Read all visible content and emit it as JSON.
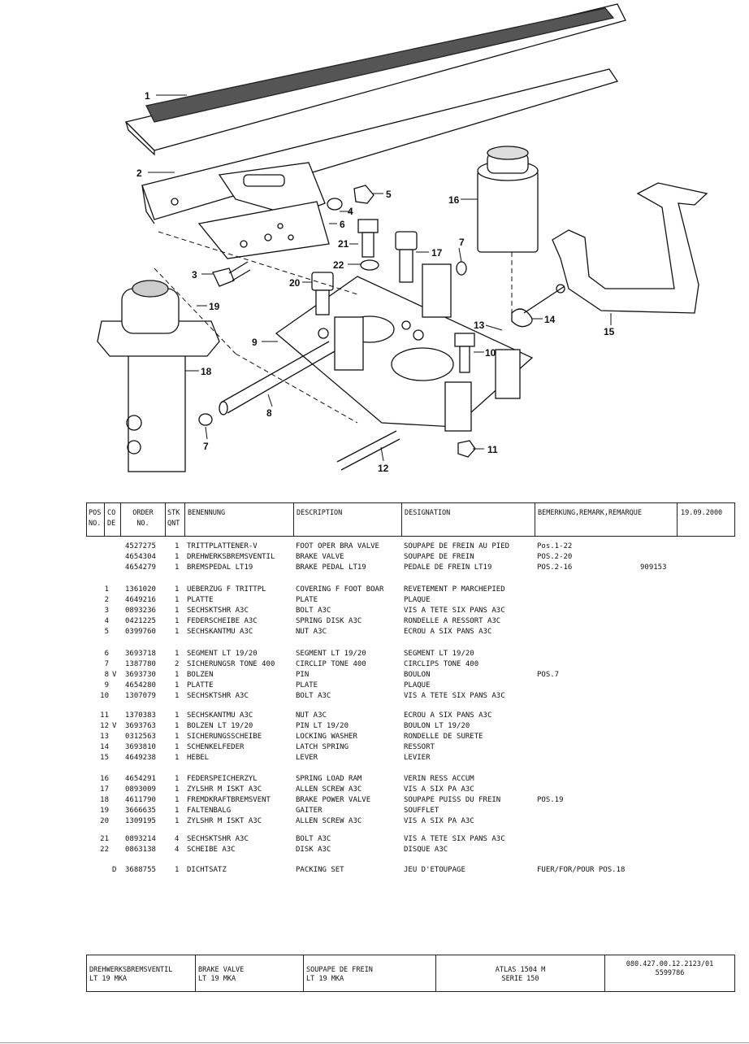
{
  "callouts": [
    "1",
    "2",
    "3",
    "4",
    "5",
    "6",
    "7",
    "8",
    "9",
    "10",
    "11",
    "12",
    "13",
    "14",
    "15",
    "16",
    "17",
    "18",
    "19",
    "20",
    "21",
    "22",
    "7",
    "7"
  ],
  "header": {
    "pos": "POS",
    "pos_no": "NO.",
    "co": "CO",
    "co_de": "DE",
    "order": "ORDER",
    "order_no": "NO.",
    "stk": "STK",
    "qnt": "QNT",
    "benennung": "BENENNUNG",
    "description": "DESCRIPTION",
    "designation": "DESIGNATION",
    "remark": "BEMERKUNG,REMARK,REMARQUE",
    "date": "19.09.2000"
  },
  "rows": [
    {
      "pos": "",
      "co": "",
      "order": "4527275",
      "qty": "1",
      "ben": "TRITTPLATTENER-V",
      "desc": "FOOT OPER BRA VALVE",
      "des": "SOUPAPE DE FREIN AU PIED",
      "rem": "Pos.1-22",
      "ref": ""
    },
    {
      "pos": "",
      "co": "",
      "order": "4654304",
      "qty": "1",
      "ben": "DREHWERKSBREMSVENTIL",
      "desc": "BRAKE VALVE",
      "des": "SOUPAPE DE FREIN",
      "rem": "POS.2-20",
      "ref": ""
    },
    {
      "pos": "",
      "co": "",
      "order": "4654279",
      "qty": "1",
      "ben": "BREMSPEDAL LT19",
      "desc": "BRAKE PEDAL LT19",
      "des": "PEDALE DE FREIN LT19",
      "rem": "POS.2-16",
      "ref": "909153"
    },
    {
      "pos": "1",
      "co": "",
      "order": "1361020",
      "qty": "1",
      "ben": "UEBERZUG F TRITTPL",
      "desc": "COVERING F FOOT BOAR",
      "des": "REVETEMENT P MARCHEPIED",
      "rem": "",
      "ref": ""
    },
    {
      "pos": "2",
      "co": "",
      "order": "4649216",
      "qty": "1",
      "ben": "PLATTE",
      "desc": "PLATE",
      "des": "PLAQUE",
      "rem": "",
      "ref": ""
    },
    {
      "pos": "3",
      "co": "",
      "order": "0893236",
      "qty": "1",
      "ben": "SECHSKTSHR A3C",
      "desc": "BOLT A3C",
      "des": "VIS A TETE SIX PANS A3C",
      "rem": "",
      "ref": ""
    },
    {
      "pos": "4",
      "co": "",
      "order": "0421225",
      "qty": "1",
      "ben": "FEDERSCHEIBE A3C",
      "desc": "SPRING DISK A3C",
      "des": "RONDELLE A RESSORT A3C",
      "rem": "",
      "ref": ""
    },
    {
      "pos": "5",
      "co": "",
      "order": "0399760",
      "qty": "1",
      "ben": "SECHSKANTMU A3C",
      "desc": "NUT A3C",
      "des": "ECROU A SIX PANS A3C",
      "rem": "",
      "ref": ""
    },
    {
      "pos": "6",
      "co": "",
      "order": "3693718",
      "qty": "1",
      "ben": "SEGMENT LT 19/20",
      "desc": "SEGMENT LT 19/20",
      "des": "SEGMENT LT 19/20",
      "rem": "",
      "ref": ""
    },
    {
      "pos": "7",
      "co": "",
      "order": "1387780",
      "qty": "2",
      "ben": "SICHERUNGSR TONE 400",
      "desc": "CIRCLIP TONE 400",
      "des": "CIRCLIPS TONE 400",
      "rem": "",
      "ref": ""
    },
    {
      "pos": "8",
      "co": "V",
      "order": "3693730",
      "qty": "1",
      "ben": "BOLZEN",
      "desc": "PIN",
      "des": "BOULON",
      "rem": "POS.7",
      "ref": ""
    },
    {
      "pos": "9",
      "co": "",
      "order": "4654280",
      "qty": "1",
      "ben": "PLATTE",
      "desc": "PLATE",
      "des": "PLAQUE",
      "rem": "",
      "ref": ""
    },
    {
      "pos": "10",
      "co": "",
      "order": "1307079",
      "qty": "1",
      "ben": "SECHSKTSHR A3C",
      "desc": "BOLT A3C",
      "des": "VIS A TETE SIX PANS A3C",
      "rem": "",
      "ref": ""
    },
    {
      "pos": "11",
      "co": "",
      "order": "1370383",
      "qty": "1",
      "ben": "SECHSKANTMU A3C",
      "desc": "NUT A3C",
      "des": "ECROU A SIX PANS A3C",
      "rem": "",
      "ref": ""
    },
    {
      "pos": "12",
      "co": "V",
      "order": "3693763",
      "qty": "1",
      "ben": "BOLZEN LT 19/20",
      "desc": "PIN LT 19/20",
      "des": "BOULON LT 19/20",
      "rem": "",
      "ref": ""
    },
    {
      "pos": "13",
      "co": "",
      "order": "0312563",
      "qty": "1",
      "ben": "SICHERUNGSSCHEIBE",
      "desc": "LOCKING WASHER",
      "des": "RONDELLE DE SURETE",
      "rem": "",
      "ref": ""
    },
    {
      "pos": "14",
      "co": "",
      "order": "3693810",
      "qty": "1",
      "ben": "SCHENKELFEDER",
      "desc": "LATCH SPRING",
      "des": "RESSORT",
      "rem": "",
      "ref": ""
    },
    {
      "pos": "15",
      "co": "",
      "order": "4649238",
      "qty": "1",
      "ben": "HEBEL",
      "desc": "LEVER",
      "des": "LEVIER",
      "rem": "",
      "ref": ""
    },
    {
      "pos": "16",
      "co": "",
      "order": "4654291",
      "qty": "1",
      "ben": "FEDERSPEICHERZYL",
      "desc": "SPRING LOAD RAM",
      "des": "VERIN RESS ACCUM",
      "rem": "",
      "ref": ""
    },
    {
      "pos": "17",
      "co": "",
      "order": "0893009",
      "qty": "1",
      "ben": "ZYLSHR M ISKT A3C",
      "desc": "ALLEN SCREW A3C",
      "des": "VIS A SIX PA A3C",
      "rem": "",
      "ref": ""
    },
    {
      "pos": "18",
      "co": "",
      "order": "4611790",
      "qty": "1",
      "ben": "FREMDKRAFTBREMSVENT",
      "desc": "BRAKE POWER VALVE",
      "des": "SOUPAPE PUISS DU FREIN",
      "rem": "POS.19",
      "ref": ""
    },
    {
      "pos": "19",
      "co": "",
      "order": "3666635",
      "qty": "1",
      "ben": "FALTENBALG",
      "desc": "GAITER",
      "des": "SOUFFLET",
      "rem": "",
      "ref": ""
    },
    {
      "pos": "20",
      "co": "",
      "order": "1309195",
      "qty": "1",
      "ben": "ZYLSHR M ISKT A3C",
      "desc": "ALLEN SCREW A3C",
      "des": "VIS A SIX PA A3C",
      "rem": "",
      "ref": ""
    },
    {
      "pos": "21",
      "co": "",
      "order": "0893214",
      "qty": "4",
      "ben": "SECHSKTSHR A3C",
      "desc": "BOLT A3C",
      "des": "VIS A TETE SIX PANS A3C",
      "rem": "",
      "ref": ""
    },
    {
      "pos": "22",
      "co": "",
      "order": "0863138",
      "qty": "4",
      "ben": "SCHEIBE A3C",
      "desc": "DISK A3C",
      "des": "DISQUE A3C",
      "rem": "",
      "ref": ""
    },
    {
      "pos": "",
      "co": "D",
      "order": "3688755",
      "qty": "1",
      "ben": "DICHTSATZ",
      "desc": "PACKING SET",
      "des": "JEU D'ETOUPAGE",
      "rem": "FUER/FOR/POUR POS.18",
      "ref": ""
    }
  ],
  "footer": {
    "de_line1": "DREHWERKSBREMSVENTIL",
    "de_line2": "LT 19 MKA",
    "en_line1": "BRAKE VALVE",
    "en_line2": "LT 19 MKA",
    "fr_line1": "SOUPAPE DE FREIN",
    "fr_line2": "LT 19 MKA",
    "model_line1": "ATLAS 1504 M",
    "model_line2": "SERIE 150",
    "code_line1": "080.427.00.12.2123/01",
    "code_line2": "5599786"
  }
}
